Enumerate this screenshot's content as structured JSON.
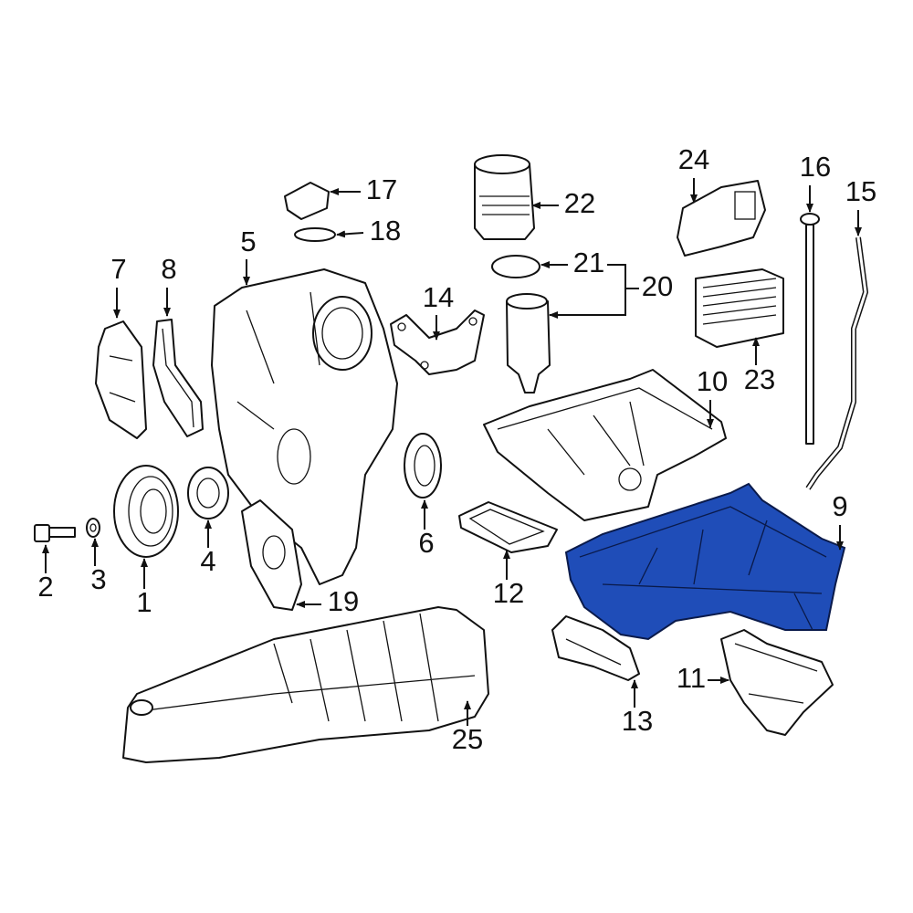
{
  "diagram": {
    "highlight_color": "#1f4db8",
    "highlighted_part": "9",
    "callouts": {
      "p1": "1",
      "p2": "2",
      "p3": "3",
      "p4": "4",
      "p5": "5",
      "p6": "6",
      "p7": "7",
      "p8": "8",
      "p9": "9",
      "p10": "10",
      "p11": "11",
      "p12": "12",
      "p13": "13",
      "p14": "14",
      "p15": "15",
      "p16": "16",
      "p17": "17",
      "p18": "18",
      "p19": "19",
      "p20": "20",
      "p21": "21",
      "p22": "22",
      "p23": "23",
      "p24": "24",
      "p25": "25"
    }
  }
}
